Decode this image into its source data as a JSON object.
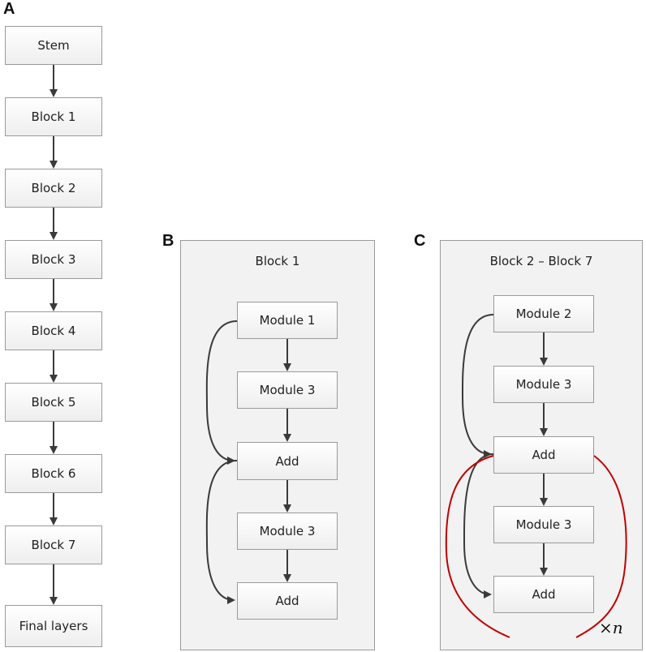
{
  "panels": {
    "a": {
      "label": "A",
      "blocks": [
        "Stem",
        "Block 1",
        "Block 2",
        "Block 3",
        "Block 4",
        "Block 5",
        "Block 6",
        "Block 7",
        "Final layers"
      ]
    },
    "b": {
      "label": "B",
      "title": "Block 1",
      "nodes": [
        "Module 1",
        "Module 3",
        "Add",
        "Module 3",
        "Add"
      ]
    },
    "c": {
      "label": "C",
      "title": "Block 2  –  Block 7",
      "nodes": [
        "Module 2",
        "Module 3",
        "Add",
        "Module 3",
        "Add"
      ],
      "repeat_symbol": "×",
      "repeat_var": "n"
    }
  },
  "colors": {
    "arrow": "#3a3a3a",
    "repeat_curve": "#c00000",
    "box_border": "#9a9a9a",
    "frame_bg": "#f2f2f2"
  }
}
